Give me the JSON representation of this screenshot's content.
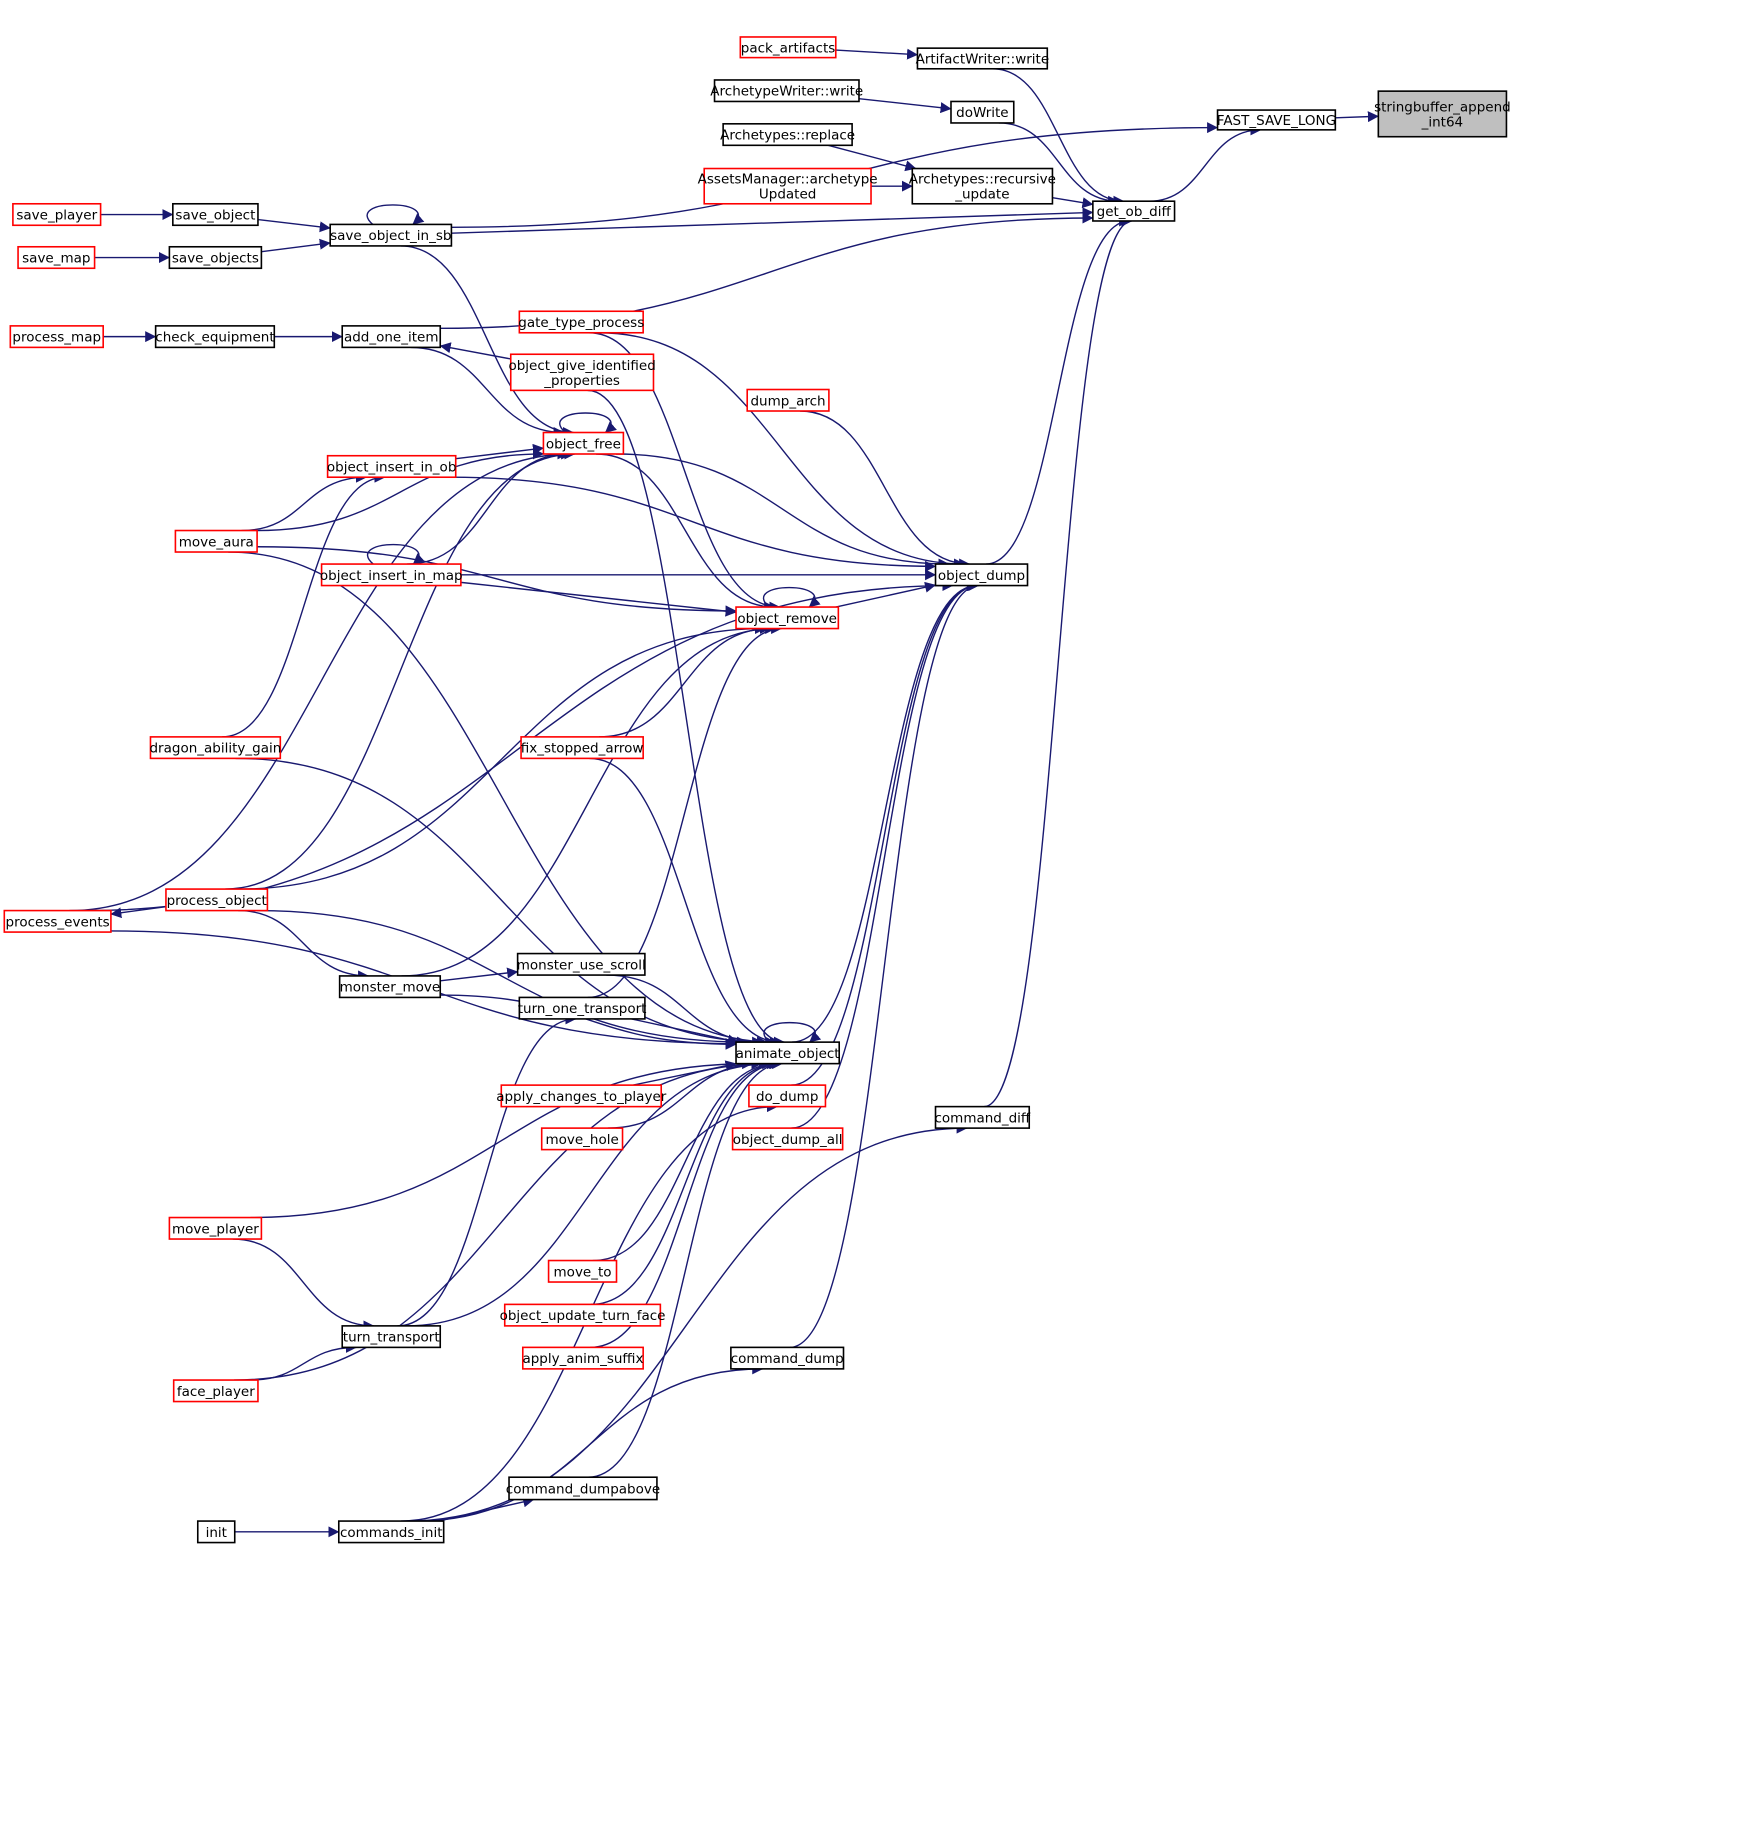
{
  "graph": {
    "nodes": {
      "stringbuffer_append_int64": {
        "label": [
          "stringbuffer_append",
          "_int64"
        ],
        "color": "#000000",
        "fill": "#bfbfbf"
      },
      "FAST_SAVE_LONG": {
        "label": [
          "FAST_SAVE_LONG"
        ],
        "color": "#000000"
      },
      "get_ob_diff": {
        "label": [
          "get_ob_diff"
        ],
        "color": "#000000"
      },
      "ArtifactWriter_write": {
        "label": [
          "ArtifactWriter::write"
        ],
        "color": "#000000"
      },
      "pack_artifacts": {
        "label": [
          "pack_artifacts"
        ],
        "color": "#ff0000"
      },
      "doWrite": {
        "label": [
          "doWrite"
        ],
        "color": "#000000"
      },
      "ArchetypeWriter_write": {
        "label": [
          "ArchetypeWriter::write"
        ],
        "color": "#000000"
      },
      "Archetypes_recursive_update": {
        "label": [
          "Archetypes::recursive",
          "_update"
        ],
        "color": "#000000"
      },
      "Archetypes_replace": {
        "label": [
          "Archetypes::replace"
        ],
        "color": "#000000"
      },
      "AssetsManager_archetypeUpdated": {
        "label": [
          "AssetsManager::archetype",
          "Updated"
        ],
        "color": "#ff0000"
      },
      "save_object_in_sb": {
        "label": [
          "save_object_in_sb"
        ],
        "color": "#000000"
      },
      "save_object": {
        "label": [
          "save_object"
        ],
        "color": "#000000"
      },
      "save_objects": {
        "label": [
          "save_objects"
        ],
        "color": "#000000"
      },
      "save_player": {
        "label": [
          "save_player"
        ],
        "color": "#ff0000"
      },
      "save_map": {
        "label": [
          "save_map"
        ],
        "color": "#ff0000"
      },
      "add_one_item": {
        "label": [
          "add_one_item"
        ],
        "color": "#000000"
      },
      "check_equipment": {
        "label": [
          "check_equipment"
        ],
        "color": "#000000"
      },
      "process_map": {
        "label": [
          "process_map"
        ],
        "color": "#ff0000"
      },
      "gate_type_process": {
        "label": [
          "gate_type_process"
        ],
        "color": "#ff0000"
      },
      "object_give_identified_properties": {
        "label": [
          "object_give_identified",
          "_properties"
        ],
        "color": "#ff0000"
      },
      "dump_arch": {
        "label": [
          "dump_arch"
        ],
        "color": "#ff0000"
      },
      "object_free": {
        "label": [
          "object_free"
        ],
        "color": "#ff0000"
      },
      "object_insert_in_ob": {
        "label": [
          "object_insert_in_ob"
        ],
        "color": "#ff0000"
      },
      "move_aura": {
        "label": [
          "move_aura"
        ],
        "color": "#ff0000"
      },
      "object_insert_in_map": {
        "label": [
          "object_insert_in_map"
        ],
        "color": "#ff0000"
      },
      "object_dump": {
        "label": [
          "object_dump"
        ],
        "color": "#000000"
      },
      "object_remove": {
        "label": [
          "object_remove"
        ],
        "color": "#ff0000"
      },
      "dragon_ability_gain": {
        "label": [
          "dragon_ability_gain"
        ],
        "color": "#ff0000"
      },
      "fix_stopped_arrow": {
        "label": [
          "fix_stopped_arrow"
        ],
        "color": "#ff0000"
      },
      "process_object": {
        "label": [
          "process_object"
        ],
        "color": "#ff0000"
      },
      "process_events": {
        "label": [
          "process_events"
        ],
        "color": "#ff0000"
      },
      "monster_use_scroll": {
        "label": [
          "monster_use_scroll"
        ],
        "color": "#000000"
      },
      "monster_move": {
        "label": [
          "monster_move"
        ],
        "color": "#000000"
      },
      "turn_one_transport": {
        "label": [
          "turn_one_transport"
        ],
        "color": "#000000"
      },
      "animate_object": {
        "label": [
          "animate_object"
        ],
        "color": "#000000"
      },
      "apply_changes_to_player": {
        "label": [
          "apply_changes_to_player"
        ],
        "color": "#ff0000"
      },
      "do_dump": {
        "label": [
          "do_dump"
        ],
        "color": "#ff0000"
      },
      "command_diff": {
        "label": [
          "command_diff"
        ],
        "color": "#000000"
      },
      "move_hole": {
        "label": [
          "move_hole"
        ],
        "color": "#ff0000"
      },
      "object_dump_all": {
        "label": [
          "object_dump_all"
        ],
        "color": "#ff0000"
      },
      "move_player": {
        "label": [
          "move_player"
        ],
        "color": "#ff0000"
      },
      "move_to": {
        "label": [
          "move_to"
        ],
        "color": "#ff0000"
      },
      "object_update_turn_face": {
        "label": [
          "object_update_turn_face"
        ],
        "color": "#ff0000"
      },
      "turn_transport": {
        "label": [
          "turn_transport"
        ],
        "color": "#000000"
      },
      "apply_anim_suffix": {
        "label": [
          "apply_anim_suffix"
        ],
        "color": "#ff0000"
      },
      "command_dump": {
        "label": [
          "command_dump"
        ],
        "color": "#000000"
      },
      "face_player": {
        "label": [
          "face_player"
        ],
        "color": "#ff0000"
      },
      "command_dumpabove": {
        "label": [
          "command_dumpabove"
        ],
        "color": "#000000"
      },
      "init": {
        "label": [
          "init"
        ],
        "color": "#000000"
      },
      "commands_init": {
        "label": [
          "commands_init"
        ],
        "color": "#000000"
      }
    },
    "edges": [
      [
        "FAST_SAVE_LONG",
        "stringbuffer_append_int64"
      ],
      [
        "get_ob_diff",
        "FAST_SAVE_LONG"
      ],
      [
        "save_object_in_sb",
        "FAST_SAVE_LONG"
      ],
      [
        "pack_artifacts",
        "ArtifactWriter_write"
      ],
      [
        "ArtifactWriter_write",
        "get_ob_diff"
      ],
      [
        "ArchetypeWriter_write",
        "doWrite"
      ],
      [
        "doWrite",
        "get_ob_diff"
      ],
      [
        "Archetypes_replace",
        "Archetypes_recursive_update"
      ],
      [
        "AssetsManager_archetypeUpdated",
        "Archetypes_recursive_update"
      ],
      [
        "Archetypes_recursive_update",
        "get_ob_diff"
      ],
      [
        "save_object_in_sb",
        "get_ob_diff"
      ],
      [
        "add_one_item",
        "get_ob_diff"
      ],
      [
        "object_dump",
        "get_ob_diff"
      ],
      [
        "command_diff",
        "get_ob_diff"
      ],
      [
        "save_object_in_sb",
        "save_object_in_sb"
      ],
      [
        "save_player",
        "save_object"
      ],
      [
        "save_object",
        "save_object_in_sb"
      ],
      [
        "save_map",
        "save_objects"
      ],
      [
        "save_objects",
        "save_object_in_sb"
      ],
      [
        "process_map",
        "check_equipment"
      ],
      [
        "check_equipment",
        "add_one_item"
      ],
      [
        "save_object_in_sb",
        "object_free"
      ],
      [
        "add_one_item",
        "object_free"
      ],
      [
        "object_give_identified_properties",
        "add_one_item"
      ],
      [
        "object_free",
        "object_free"
      ],
      [
        "object_insert_in_ob",
        "object_free"
      ],
      [
        "move_aura",
        "object_free"
      ],
      [
        "process_events",
        "object_free"
      ],
      [
        "process_object",
        "object_free"
      ],
      [
        "object_insert_in_map",
        "object_free"
      ],
      [
        "object_free",
        "object_dump"
      ],
      [
        "gate_type_process",
        "object_dump"
      ],
      [
        "dump_arch",
        "object_dump"
      ],
      [
        "object_insert_in_ob",
        "object_dump"
      ],
      [
        "object_insert_in_map",
        "object_dump"
      ],
      [
        "object_remove",
        "object_dump"
      ],
      [
        "process_events",
        "object_dump"
      ],
      [
        "animate_object",
        "object_dump"
      ],
      [
        "do_dump",
        "object_dump"
      ],
      [
        "object_dump_all",
        "object_dump"
      ],
      [
        "command_dump",
        "object_dump"
      ],
      [
        "move_aura",
        "object_insert_in_ob"
      ],
      [
        "dragon_ability_gain",
        "object_insert_in_ob"
      ],
      [
        "object_insert_in_map",
        "object_insert_in_map"
      ],
      [
        "object_free",
        "object_remove"
      ],
      [
        "object_insert_in_map",
        "object_remove"
      ],
      [
        "object_remove",
        "object_remove"
      ],
      [
        "move_aura",
        "object_remove"
      ],
      [
        "process_object",
        "object_remove"
      ],
      [
        "monster_move",
        "object_remove"
      ],
      [
        "fix_stopped_arrow",
        "object_remove"
      ],
      [
        "turn_one_transport",
        "object_remove"
      ],
      [
        "gate_type_process",
        "object_remove"
      ],
      [
        "process_object",
        "process_events"
      ],
      [
        "process_object",
        "monster_move"
      ],
      [
        "monster_move",
        "monster_use_scroll"
      ],
      [
        "turn_transport",
        "turn_one_transport"
      ],
      [
        "animate_object",
        "animate_object"
      ],
      [
        "monster_use_scroll",
        "animate_object"
      ],
      [
        "turn_one_transport",
        "animate_object"
      ],
      [
        "monster_move",
        "animate_object"
      ],
      [
        "move_aura",
        "animate_object"
      ],
      [
        "dragon_ability_gain",
        "animate_object"
      ],
      [
        "process_object",
        "animate_object"
      ],
      [
        "process_events",
        "animate_object"
      ],
      [
        "fix_stopped_arrow",
        "animate_object"
      ],
      [
        "object_give_identified_properties",
        "animate_object"
      ],
      [
        "apply_changes_to_player",
        "animate_object"
      ],
      [
        "move_hole",
        "animate_object"
      ],
      [
        "move_player",
        "animate_object"
      ],
      [
        "move_to",
        "animate_object"
      ],
      [
        "object_update_turn_face",
        "animate_object"
      ],
      [
        "apply_anim_suffix",
        "animate_object"
      ],
      [
        "turn_transport",
        "animate_object"
      ],
      [
        "face_player",
        "animate_object"
      ],
      [
        "command_dumpabove",
        "animate_object"
      ],
      [
        "commands_init",
        "do_dump"
      ],
      [
        "move_player",
        "turn_transport"
      ],
      [
        "face_player",
        "turn_transport"
      ],
      [
        "init",
        "commands_init"
      ],
      [
        "commands_init",
        "command_dumpabove"
      ],
      [
        "commands_init",
        "command_dump"
      ],
      [
        "commands_init",
        "command_diff"
      ]
    ]
  }
}
